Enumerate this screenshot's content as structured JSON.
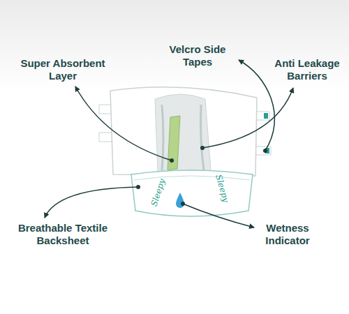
{
  "diagram": {
    "labels": [
      "Velcro Side Tapes",
      "Super Absorbent Layer",
      "Anti Leakage Barriers",
      "Sleepy",
      "Sleepy",
      "Breathable Textile Backsheet",
      "Wetness Indicator"
    ]
  }
}
